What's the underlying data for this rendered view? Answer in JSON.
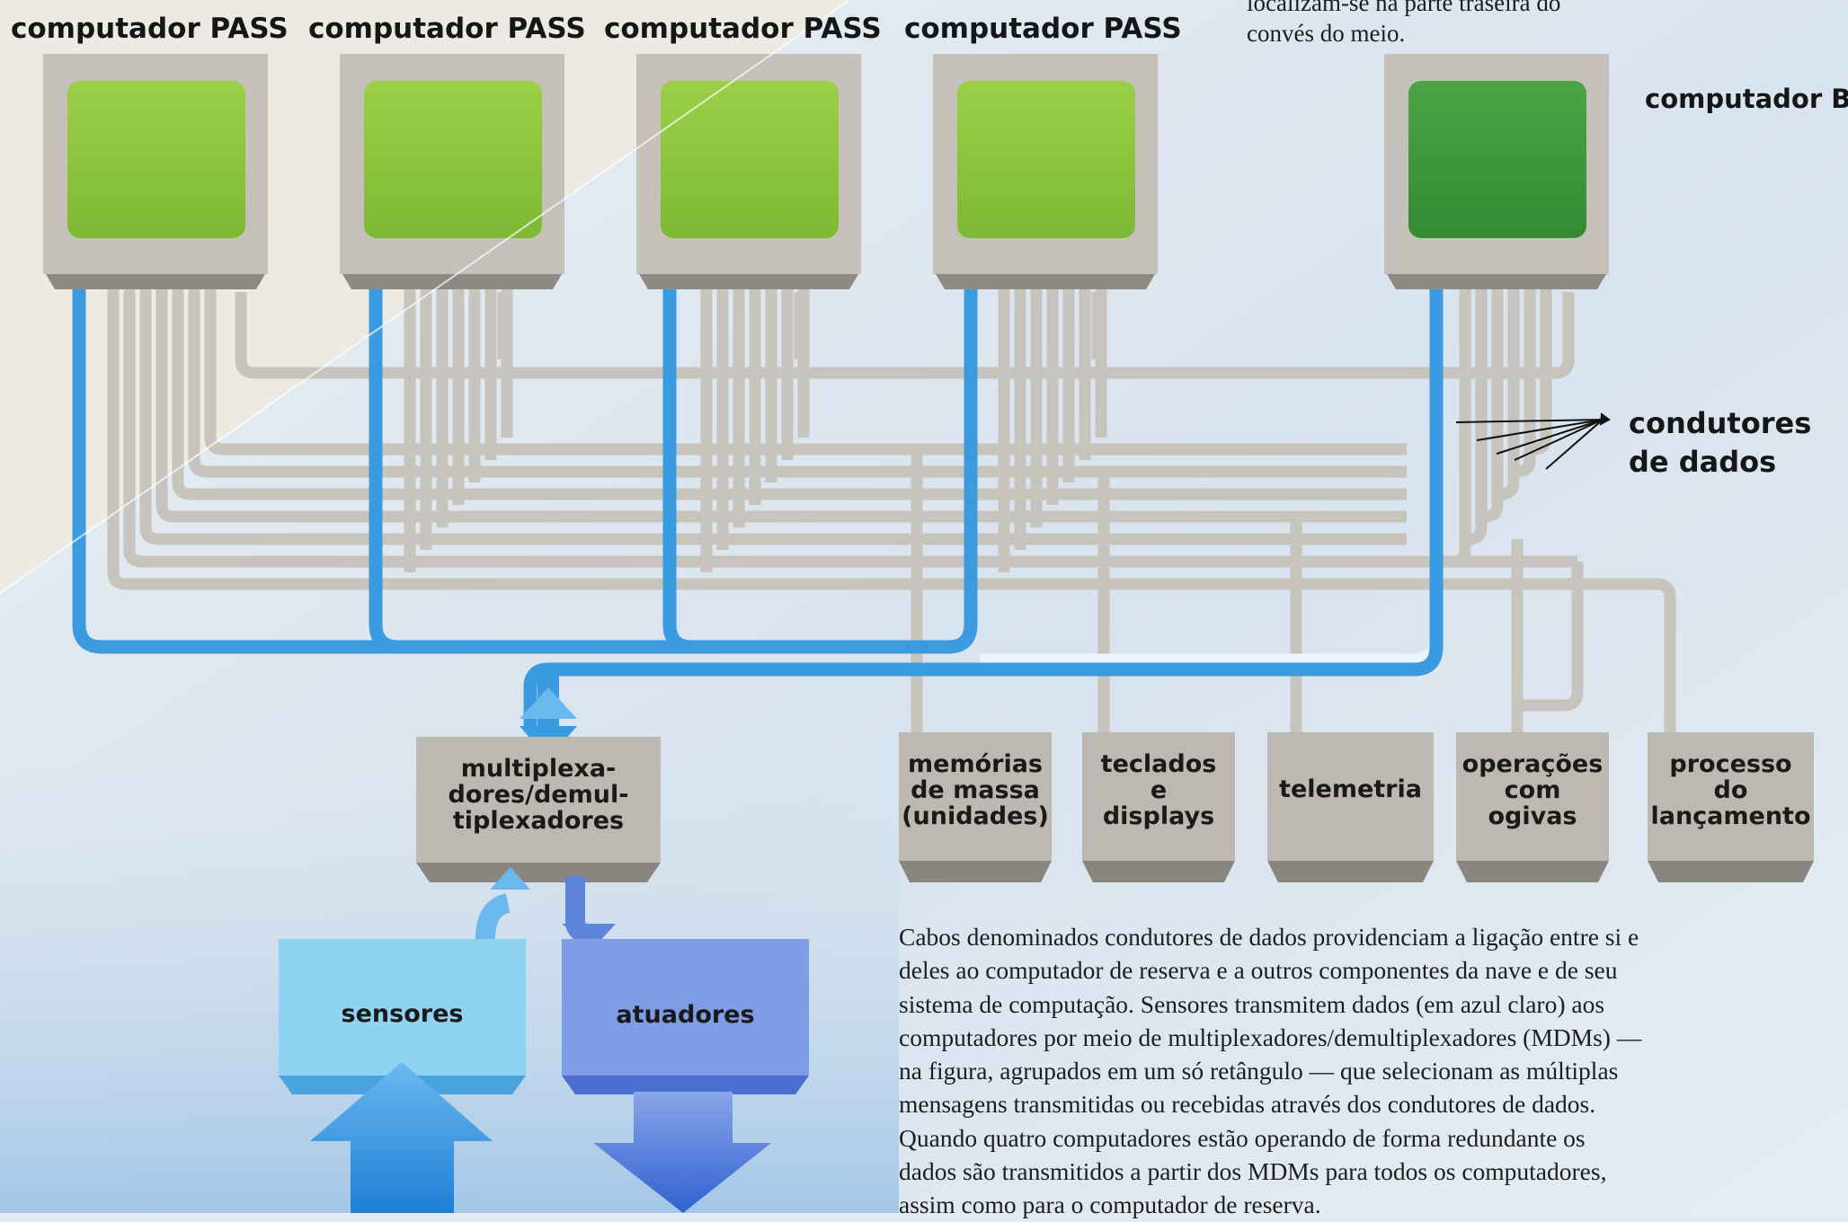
{
  "computers": {
    "pass_label": "computador PASS",
    "bfs_label": "computador BFS",
    "pass_count": 4
  },
  "data_buses_label": [
    "condutores",
    "de dados"
  ],
  "mdm_box": [
    "multiplexa-",
    "dores/demul-",
    "tiplexadores"
  ],
  "sensors_label": "sensores",
  "actuators_label": "atuadores",
  "subsystems": [
    {
      "lines": [
        "memórias",
        "de massa",
        "(unidades)"
      ]
    },
    {
      "lines": [
        "teclados",
        "e",
        "displays"
      ]
    },
    {
      "lines": [
        "telemetria"
      ]
    },
    {
      "lines": [
        "operações",
        "com",
        "ogivas"
      ]
    },
    {
      "lines": [
        "processo",
        "do",
        "lançamento"
      ]
    }
  ],
  "top_note": [
    "localizam-se na parte traseira do",
    "convés do meio."
  ],
  "caption": [
    "Cabos denominados condutores de dados providenciam a ligação entre si e",
    "deles ao computador de reserva e a outros componentes da nave e de seu",
    "sistema de computação. Sensores transmitem dados (em azul claro) aos",
    "computadores por meio de multiplexadores/demultiplexadores (MDMs) —",
    "na figura, agrupados em um só retângulo — que selecionam as múltiplas",
    "mensagens transmitidas ou recebidas através dos condutores de dados.",
    "Quando quatro computadores estão operando de forma redundante os",
    "dados são transmitidos a partir dos MDMs para todos os computadores,",
    "assim como para o computador de reserva."
  ],
  "colors": {
    "pass_screen": "#8cc63f",
    "bfs_screen": "#3f9a3a",
    "data_bus_blue": "#3a9be0",
    "cable_gray": "#c7c3bd",
    "box_gray": "#bdb8b1",
    "sensor_blue": "#8fd3f2",
    "actuator_blue": "#6c8ee0"
  }
}
